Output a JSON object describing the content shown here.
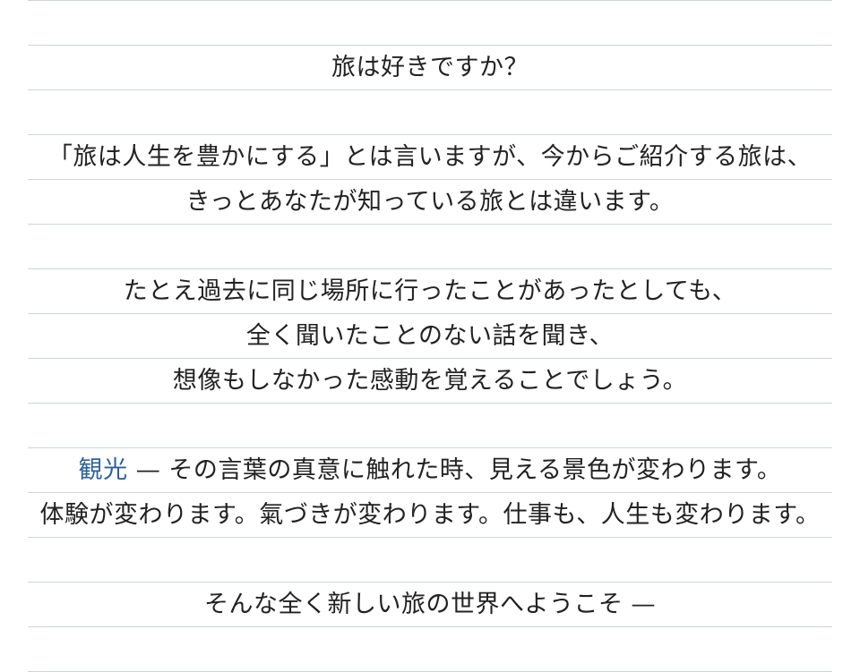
{
  "title": "旅は好きですか？",
  "paragraph1": [
    "「旅は人生を豊かにする」とは言いますが、今からご紹介する旅は、",
    "きっとあなたが知っている旅とは違います。"
  ],
  "paragraph2": [
    "たとえ過去に同じ場所に行ったことがあったとしても、",
    "全く聞いたことのない話を聞き、",
    "想像もしなかった感動を覚えることでしょう。"
  ],
  "paragraph3": {
    "highlight": "観光",
    "line1_rest": " — その言葉の真意に触れた時、見える景色が変わります。",
    "line2": "体験が変わります。氣づきが変わります。仕事も、人生も変わります。"
  },
  "closing": "そんな全く新しい旅の世界へようこそ —",
  "colors": {
    "text": "#222222",
    "accent": "#2e5f9e",
    "rule": "#c9d6df"
  }
}
